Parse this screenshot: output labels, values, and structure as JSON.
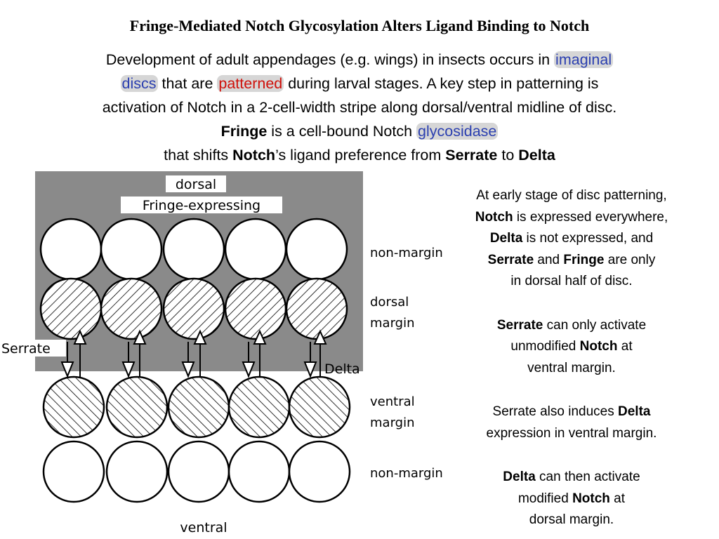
{
  "title": "Fringe-Mediated Notch Glycosylation Alters Ligand Binding to Notch",
  "intro": {
    "l1_a": "Development of adult appendages (e.g. wings) in insects occurs in ",
    "l1_hl": "imaginal",
    "l2_hl": "discs",
    "l2_b": " that are ",
    "l2_hl2": "patterned",
    "l2_c": " during larval stages.  A key step in patterning is",
    "l3": "activation of Notch in a 2-cell-width stripe along dorsal/ventral midline of disc.",
    "l4_b": "Fringe",
    "l4_c": " is a cell-bound Notch ",
    "l4_hl": "glycosidase",
    "l5_a": "that shifts ",
    "l5_b": "Notch",
    "l5_c": "’s ligand preference from ",
    "l5_d": "Serrate",
    "l5_e": " to ",
    "l5_f": "Delta"
  },
  "diagram": {
    "label_dorsal": "dorsal",
    "label_fringe": "Fringe-expressing",
    "label_nonmargin_top": "non-margin",
    "label_dorsal_margin_1": "dorsal",
    "label_dorsal_margin_2": "margin",
    "label_serrate": "Serrate",
    "label_delta": "Delta",
    "label_ventral_margin_1": "ventral",
    "label_ventral_margin_2": "margin",
    "label_nonmargin_bottom": "non-margin",
    "label_ventral": "ventral"
  },
  "side": {
    "p1_a": "At early stage of disc patterning,",
    "p1_b": "Notch",
    "p1_c": " is expressed everywhere,",
    "p1_d": "Delta",
    "p1_e": " is not expressed, and",
    "p1_f": "Serrate",
    "p1_g": " and ",
    "p1_h": "Fringe",
    "p1_i": " are only",
    "p1_j": "in dorsal half of disc.",
    "p2_a": "Serrate",
    "p2_b": " can only activate",
    "p2_c": "unmodified ",
    "p2_d": "Notch",
    "p2_e": " at",
    "p2_f": "ventral margin.",
    "p3_a": "Serrate also induces ",
    "p3_b": "Delta",
    "p3_c": "expression in ventral margin.",
    "p4_a": "Delta",
    "p4_b": " can then activate",
    "p4_c": "modified ",
    "p4_d": "Notch",
    "p4_e": " at",
    "p4_f": "dorsal margin."
  },
  "colors": {
    "highlight_bg": "#d6d6d6",
    "blue_text": "#2b3fb0",
    "red_text": "#d0100a",
    "dorsal_region": "#8a8a8a"
  }
}
